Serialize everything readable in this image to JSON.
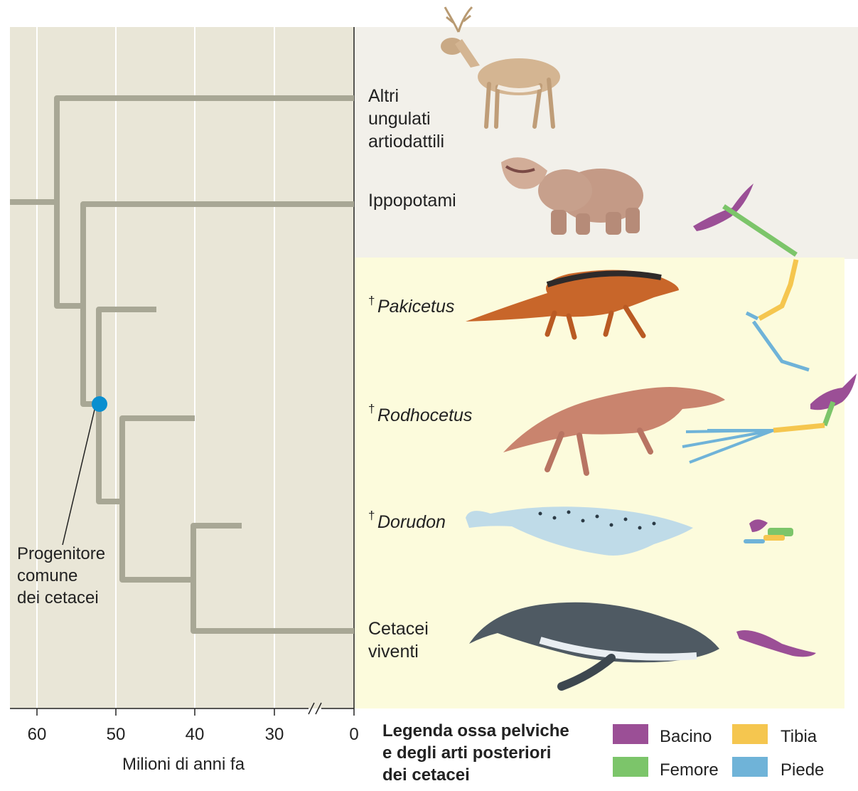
{
  "axis": {
    "label": "Milioni di anni fa",
    "ticks": [
      "60",
      "50",
      "40",
      "30",
      "0"
    ]
  },
  "taxa": [
    {
      "name_lines": [
        "Altri",
        "ungulati",
        "artiodattili"
      ],
      "dagger": "",
      "italic": false
    },
    {
      "name_lines": [
        "Ippopotami"
      ],
      "dagger": "",
      "italic": false
    },
    {
      "name_lines": [
        "Pakicetus"
      ],
      "dagger": "†",
      "italic": true
    },
    {
      "name_lines": [
        "Rodhocetus"
      ],
      "dagger": "†",
      "italic": true
    },
    {
      "name_lines": [
        "Dorudon"
      ],
      "dagger": "†",
      "italic": true
    },
    {
      "name_lines": [
        "Cetacei",
        "viventi"
      ],
      "dagger": "",
      "italic": false
    }
  ],
  "ancestor_label": [
    "Progenitore",
    "comune",
    "dei cetacei"
  ],
  "legend": {
    "title_lines": [
      "Legenda ossa pelviche",
      "e degli arti posteriori",
      "dei cetacei"
    ],
    "items": [
      {
        "label": "Bacino",
        "color": "#9b4f96"
      },
      {
        "label": "Tibia",
        "color": "#f5c64f"
      },
      {
        "label": "Femore",
        "color": "#7cc56a"
      },
      {
        "label": "Piede",
        "color": "#6fb3d8"
      }
    ]
  },
  "colors": {
    "plot_bg": "#e9e6d7",
    "upper_bg": "#f2f0ea",
    "lower_bg": "#fcfbdc",
    "branch": "#a8a795",
    "node": "#0a8fd0"
  }
}
